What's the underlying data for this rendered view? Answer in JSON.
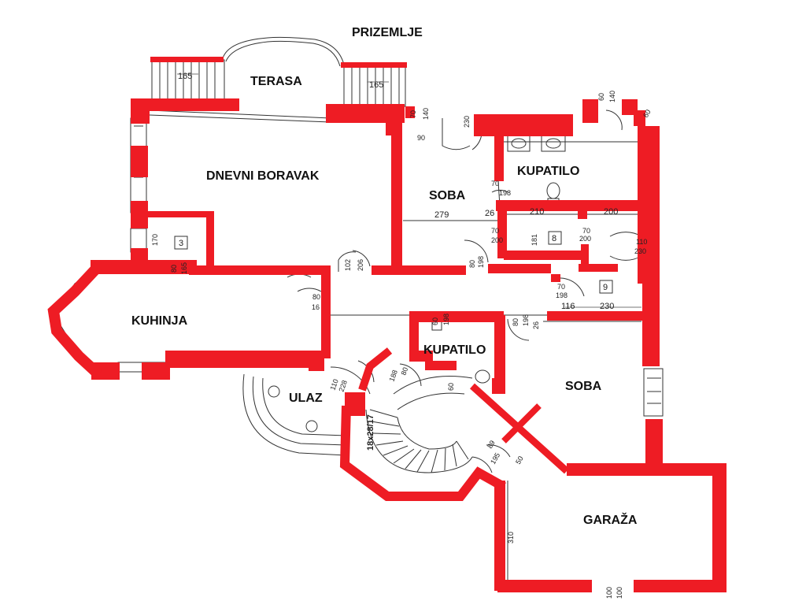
{
  "plan": {
    "title": "PRIZEMLJE",
    "colors": {
      "walls": "#ee1c24",
      "lines": "#333333",
      "background": "#ffffff"
    },
    "rooms": {
      "terasa": "TERASA",
      "dnevni_boravak": "DNEVNI BORAVAK",
      "soba_1": "SOBA",
      "kupatilo_1": "KUPATILO",
      "kuhinja": "KUHINJA",
      "ulaz": "ULAZ",
      "kupatilo_2": "KUPATILO",
      "soba_2": "SOBA",
      "garaza": "GARAŽA"
    },
    "room_numbers": {
      "r3": "3",
      "r8": "8",
      "r9": "9"
    },
    "stair_label": "18x28/17",
    "dimensions": {
      "stairs_left_width": "165",
      "stairs_right_width": "165",
      "soba_width": "279",
      "wall_26a": "26",
      "bath_width": "210",
      "hall_width": "200",
      "door_110": "110",
      "door_230": "230",
      "hall_116": "116",
      "hall_230": "230",
      "garage_depth": "310",
      "garage_100a": "100",
      "garage_100b": "100",
      "door_70a": "70",
      "door_198a": "198",
      "door_70b": "70",
      "door_200a": "200",
      "door_70c": "70",
      "door_200b": "200",
      "corr_181": "181",
      "door_80a": "80",
      "door_198b": "198",
      "door_70d": "70",
      "door_198c": "198",
      "door_102": "102",
      "door_206": "206",
      "door_80b": "80",
      "door_165": "165",
      "door_80c": "80",
      "door_16": "16",
      "door_110b": "110",
      "door_228": "228",
      "door_80d": "80",
      "door_188": "188",
      "door_80e": "80",
      "door_198d": "198",
      "door_60": "60",
      "door_198e": "198",
      "door_26b": "26",
      "door_60b": "60",
      "door_195": "195",
      "door_89": "89",
      "door_50": "50",
      "door_70e": "70",
      "door_140": "140",
      "door_90": "90",
      "door_230b": "230",
      "door_170": "170",
      "win_60a": "60",
      "win_140": "140",
      "win_60b": "60"
    }
  }
}
